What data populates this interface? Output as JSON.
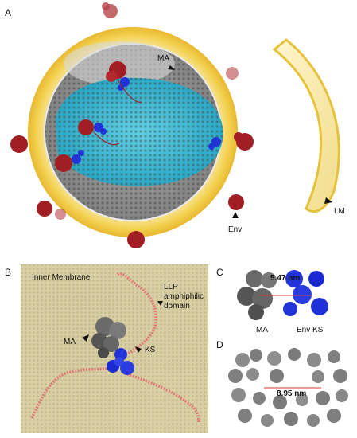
{
  "figure": {
    "panel_a": {
      "letter": "A",
      "labels": {
        "ma": "MA",
        "env": "Env",
        "lm": "LM"
      }
    },
    "panel_b": {
      "letter": "B",
      "labels": {
        "inner_membrane": "Inner Membrane",
        "llp_line1": "LLP",
        "llp_line2": "amphiphilic",
        "llp_line3": "domain",
        "ma": "MA",
        "ks": "KS"
      }
    },
    "panel_c": {
      "letter": "C",
      "labels": {
        "distance": "5.47 nm",
        "ma": "MA",
        "env_ks": "Env KS"
      }
    },
    "panel_d": {
      "letter": "D",
      "labels": {
        "distance": "8.95 nm"
      }
    }
  },
  "colors": {
    "membrane_yellow": "#f2d15a",
    "matrix_gray": "#8a8a8a",
    "core_cyan": "#3fbfd6",
    "env_red": "#a01e24",
    "ks_blue": "#2234d8",
    "llp_pink": "#e07a78",
    "inner_membrane_bg": "#d8cfa4"
  }
}
